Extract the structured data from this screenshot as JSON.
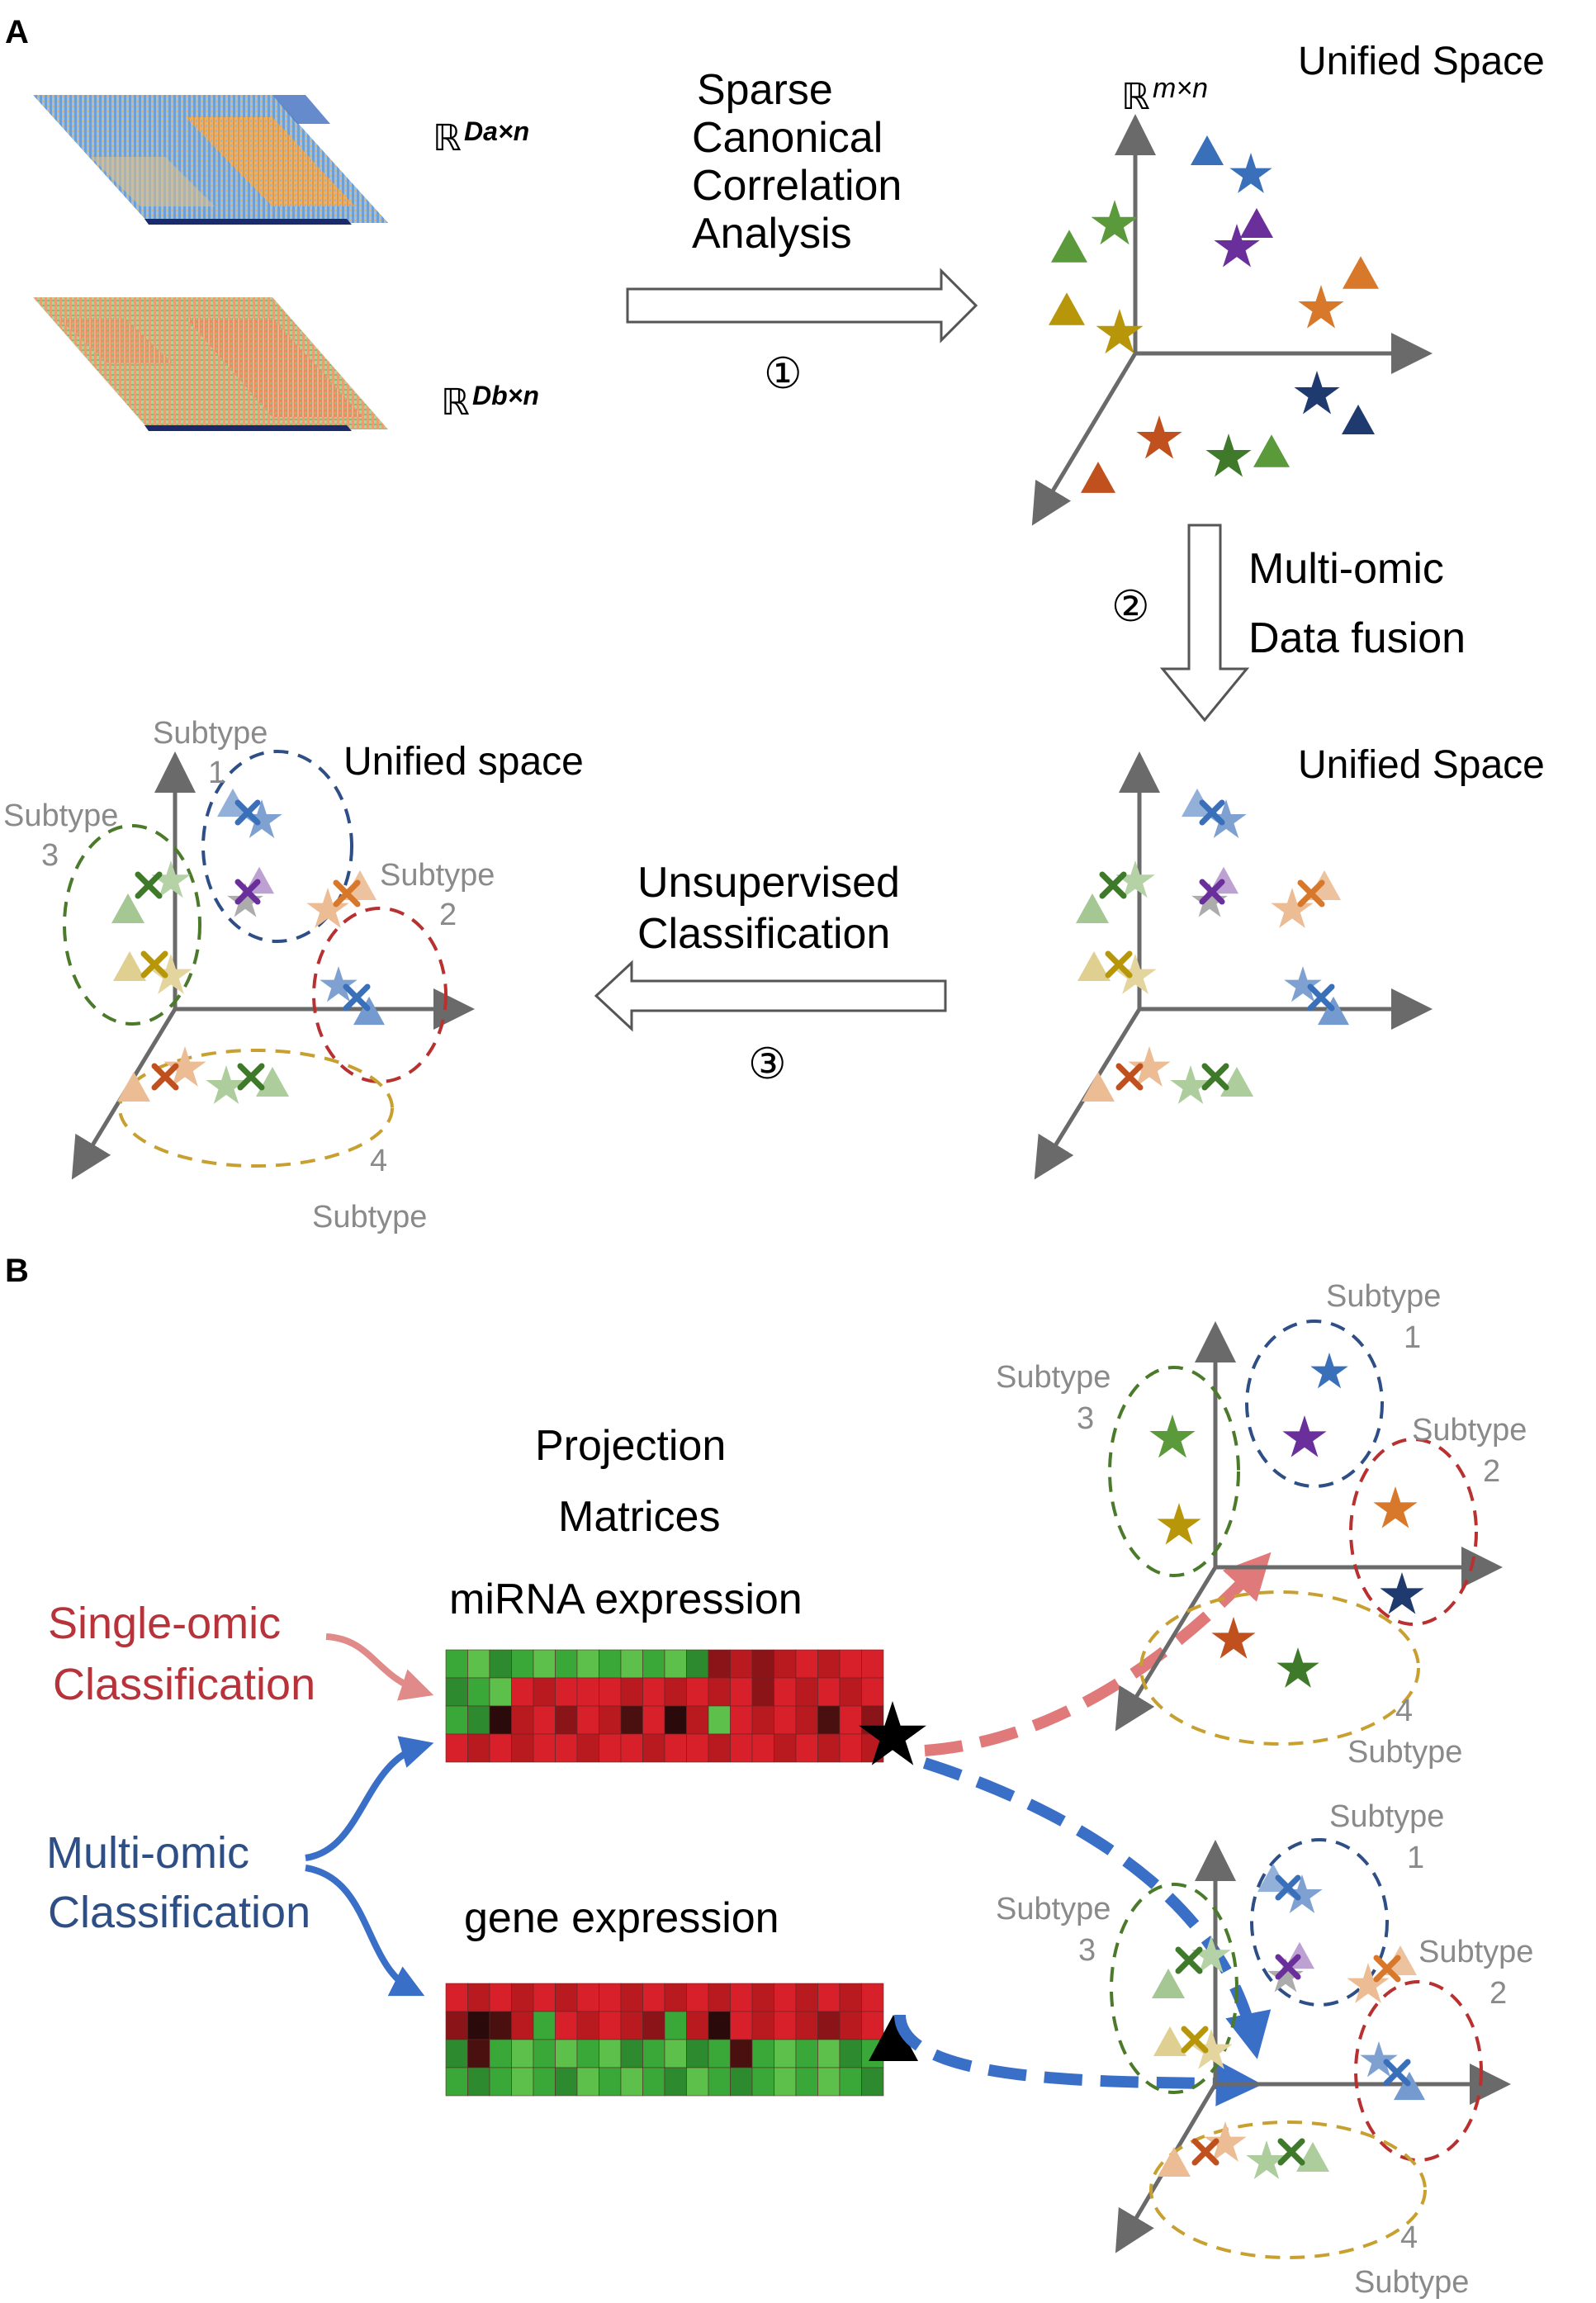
{
  "panelA": {
    "label": "A",
    "matrix_top_label": "ℝ",
    "matrix_top_sup": "Da×n",
    "matrix_bottom_label": "ℝ",
    "matrix_bottom_sup": "Db×n",
    "step1_title": [
      "Sparse",
      "Canonical",
      "Correlation",
      "Analysis"
    ],
    "step1_number": "①",
    "unified_top_title": "Unified Space",
    "unified_top_axis_label": "ℝ",
    "unified_top_axis_sup": "m×n",
    "step2_title": [
      "Multi-omic",
      "Data fusion"
    ],
    "step2_number": "②",
    "unified_right_title": "Unified Space",
    "step3_title": [
      "Unsupervised",
      "Classification"
    ],
    "step3_number": "③",
    "unified_left_title": "Unified space",
    "subtypes": {
      "s1": [
        "Subtype",
        "1"
      ],
      "s2": [
        "Subtype",
        "2"
      ],
      "s3": [
        "Subtype",
        "3"
      ],
      "s4": [
        "4",
        "Subtype"
      ]
    }
  },
  "panelB": {
    "label": "B",
    "projection_title": [
      "Projection",
      "Matrices"
    ],
    "mirna_label": "miRNA expression",
    "gene_label": "gene expression",
    "single_omic": [
      "Single-omic",
      "Classification"
    ],
    "multi_omic": [
      "Multi-omic",
      "Classification"
    ],
    "subtypes_top": {
      "s1": [
        "Subtype",
        "1"
      ],
      "s2": [
        "Subtype",
        "2"
      ],
      "s3": [
        "Subtype",
        "3"
      ],
      "s4": [
        "4",
        "Subtype"
      ]
    },
    "subtypes_bottom": {
      "s1": [
        "Subtype",
        "1"
      ],
      "s2": [
        "Subtype",
        "2"
      ],
      "s3": [
        "Subtype",
        "3"
      ],
      "s4": [
        "4",
        "Subtype"
      ]
    }
  },
  "colors": {
    "blue": "#3a6fba",
    "purple": "#6a2f9a",
    "green": "#5a9a3a",
    "gold": "#b8960a",
    "orange": "#d8782a",
    "navy": "#1e3a6e",
    "rust": "#c0501e",
    "darkgreen": "#3e7a2a",
    "cluster1": "#2e4e86",
    "cluster2": "#b83030",
    "cluster3": "#4a7a2a",
    "cluster4": "#c8a030",
    "single_omic_red": "#b8323a",
    "multi_omic_blue": "#2e4e86",
    "arrow_pink": "#e07a7a",
    "arrow_blue": "#3a6fc8",
    "axis_gray": "#6a6a6a",
    "subtype_gray": "#8a8a8a"
  }
}
